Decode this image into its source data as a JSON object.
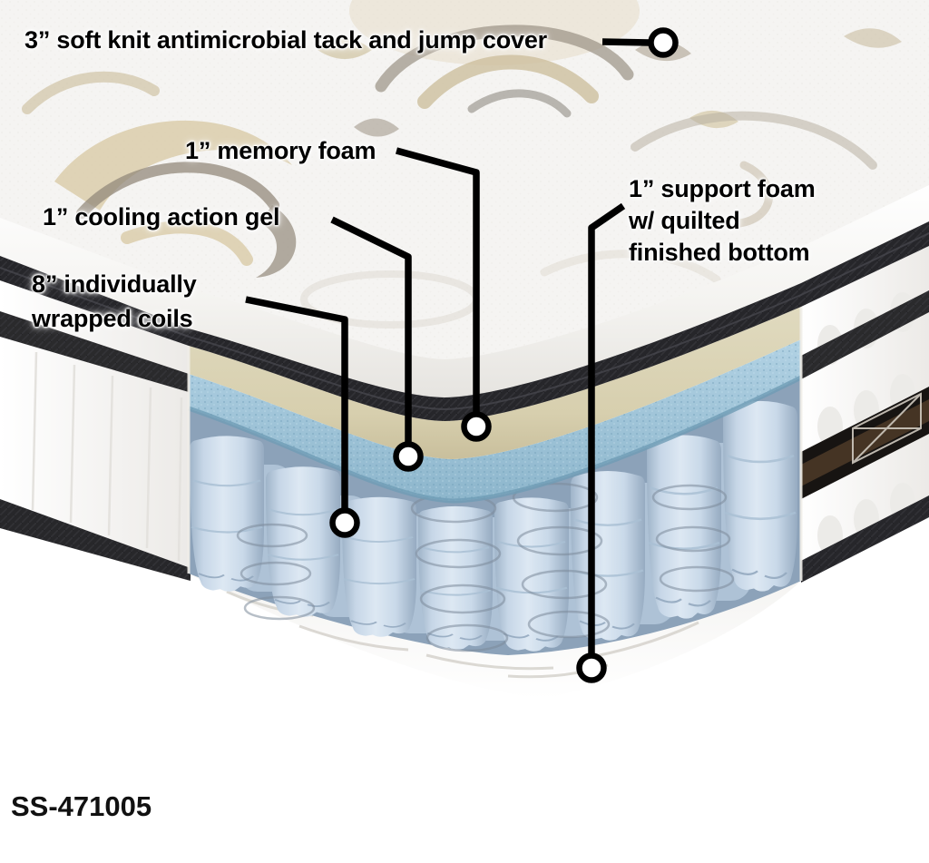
{
  "diagram_type": "mattress-cross-section",
  "product_code": "SS-471005",
  "callouts": {
    "cover": {
      "text": "3” soft knit antimicrobial tack and jump cover"
    },
    "memory_foam": {
      "text": "1” memory foam"
    },
    "cooling_gel": {
      "text": "1” cooling action gel"
    },
    "coils": {
      "line1": "8” individually",
      "line2": "wrapped coils"
    },
    "support_foam": {
      "line1": "1” support foam",
      "line2": "w/ quilted",
      "line3": "finished bottom"
    }
  },
  "layers": [
    {
      "thickness": "3”",
      "name": "soft knit antimicrobial tack and jump cover"
    },
    {
      "thickness": "1”",
      "name": "memory foam"
    },
    {
      "thickness": "1”",
      "name": "cooling action gel"
    },
    {
      "thickness": "8”",
      "name": "individually wrapped coils"
    },
    {
      "thickness": "1”",
      "name": "support foam w/ quilted finished bottom"
    }
  ],
  "palette": {
    "fabric_white": "#f5f4f2",
    "tape_black": "#26262a",
    "foam_cream": "#d9d1b2",
    "gel_blue": "#a6cade",
    "coil_blue": "#cddcec",
    "handle_brown": "#4d3a28",
    "label_text": "#000000",
    "marker_fill": "#ffffff"
  }
}
